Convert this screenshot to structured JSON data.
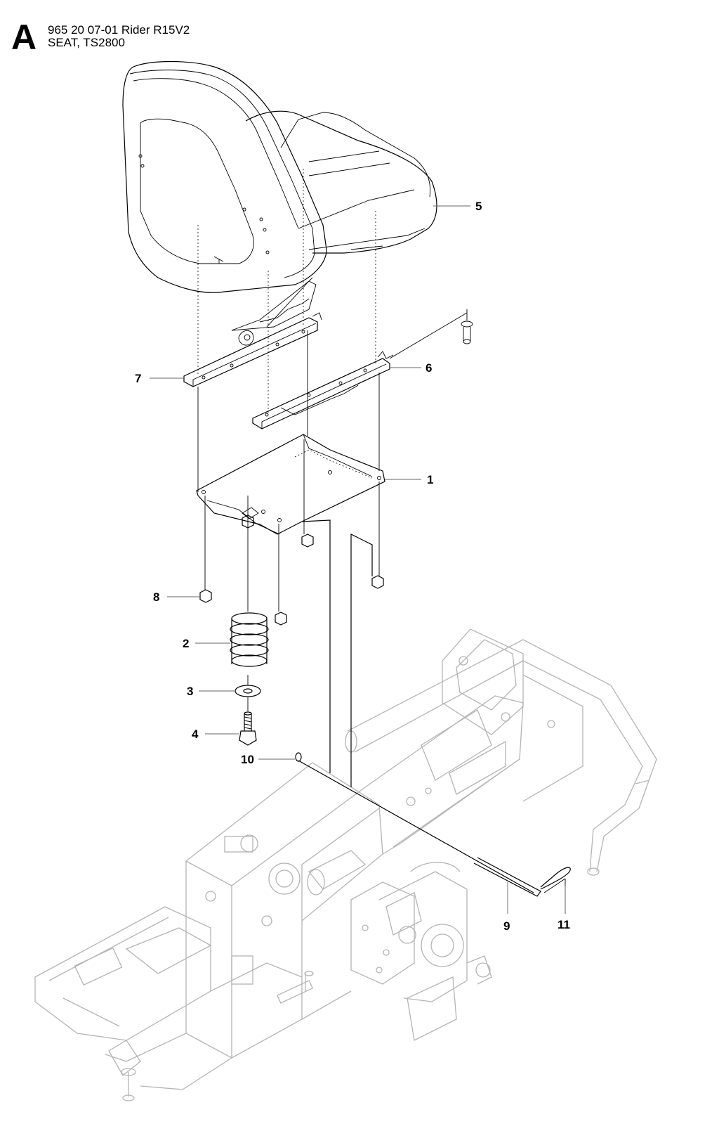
{
  "header": {
    "section_letter": "A",
    "line1": "965 20 07-01 Rider R15V2",
    "line2": "SEAT, TS2800"
  },
  "callouts": {
    "c1": "1",
    "c2": "2",
    "c3": "3",
    "c4": "4",
    "c5": "5",
    "c6": "6",
    "c7": "7",
    "c8": "8",
    "c9": "9",
    "c10": "10",
    "c11": "11"
  }
}
